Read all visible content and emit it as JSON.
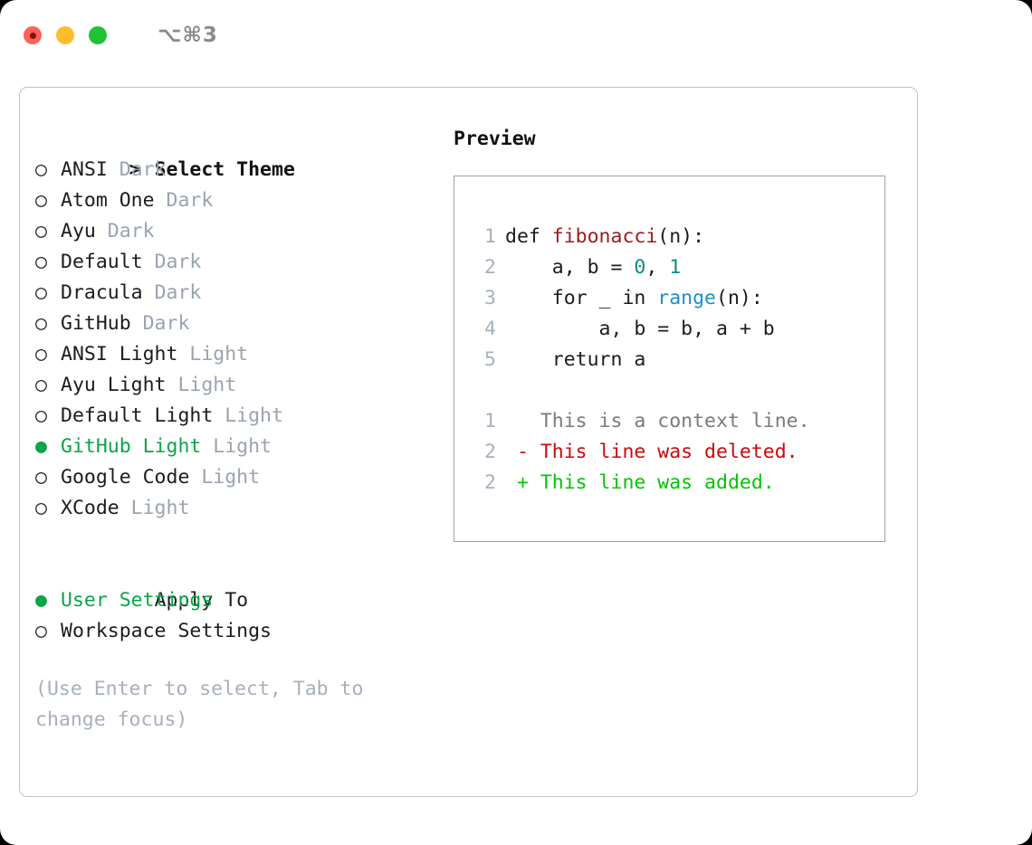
{
  "titlebar": {
    "shortcut": "⌥⌘3",
    "buttons": [
      {
        "name": "close",
        "color": "#ff6159"
      },
      {
        "name": "minimize",
        "color": "#ffbd2e"
      },
      {
        "name": "maximize",
        "color": "#21c234"
      }
    ]
  },
  "theme_section": {
    "header": "Select Theme",
    "header_marker": ">",
    "items": [
      {
        "marker": "○",
        "name": "ANSI",
        "variant": "Dark",
        "selected": false
      },
      {
        "marker": "○",
        "name": "Atom One",
        "variant": "Dark",
        "selected": false
      },
      {
        "marker": "○",
        "name": "Ayu",
        "variant": "Dark",
        "selected": false
      },
      {
        "marker": "○",
        "name": "Default",
        "variant": "Dark",
        "selected": false
      },
      {
        "marker": "○",
        "name": "Dracula",
        "variant": "Dark",
        "selected": false
      },
      {
        "marker": "○",
        "name": "GitHub",
        "variant": "Dark",
        "selected": false
      },
      {
        "marker": "○",
        "name": "ANSI Light",
        "variant": "Light",
        "selected": false
      },
      {
        "marker": "○",
        "name": "Ayu Light",
        "variant": "Light",
        "selected": false
      },
      {
        "marker": "○",
        "name": "Default Light",
        "variant": "Light",
        "selected": false
      },
      {
        "marker": "●",
        "name": "GitHub Light",
        "variant": "Light",
        "selected": true
      },
      {
        "marker": "○",
        "name": "Google Code",
        "variant": "Light",
        "selected": false
      },
      {
        "marker": "○",
        "name": "XCode",
        "variant": "Light",
        "selected": false
      }
    ]
  },
  "apply_section": {
    "header": "Apply To",
    "items": [
      {
        "marker": "●",
        "name": "User Settings",
        "selected": true
      },
      {
        "marker": "○",
        "name": "Workspace Settings",
        "selected": false
      }
    ]
  },
  "hint": "(Use Enter to select, Tab to change focus)",
  "preview": {
    "title": "Preview",
    "code_lines": [
      {
        "num": "1",
        "tokens": [
          {
            "t": "def ",
            "c": "plain"
          },
          {
            "t": "fibonacci",
            "c": "fn"
          },
          {
            "t": "(n):",
            "c": "plain"
          }
        ]
      },
      {
        "num": "2",
        "tokens": [
          {
            "t": "    a, b = ",
            "c": "plain"
          },
          {
            "t": "0",
            "c": "num"
          },
          {
            "t": ", ",
            "c": "plain"
          },
          {
            "t": "1",
            "c": "num"
          }
        ]
      },
      {
        "num": "3",
        "tokens": [
          {
            "t": "    for _ in ",
            "c": "plain"
          },
          {
            "t": "range",
            "c": "blue"
          },
          {
            "t": "(n):",
            "c": "plain"
          }
        ]
      },
      {
        "num": "4",
        "tokens": [
          {
            "t": "        a, b = b, a + b",
            "c": "plain"
          }
        ]
      },
      {
        "num": "5",
        "tokens": [
          {
            "t": "    return a",
            "c": "plain"
          }
        ]
      }
    ],
    "diff_lines": [
      {
        "num": "1",
        "sign": " ",
        "text": " This is a context line.",
        "kind": "ctx"
      },
      {
        "num": "2",
        "sign": "-",
        "text": " This line was deleted.",
        "kind": "del"
      },
      {
        "num": "2",
        "sign": "+",
        "text": " This line was added.",
        "kind": "add"
      }
    ]
  },
  "colors": {
    "accent_green": "#0aa546",
    "diff_add": "#03c503",
    "diff_del": "#cc0909",
    "keyword_fn": "#9b1c1c",
    "number": "#0f8a8a",
    "builtin": "#1a8fd0",
    "muted": "#9aa3b0",
    "border": "#b9c2cd"
  }
}
